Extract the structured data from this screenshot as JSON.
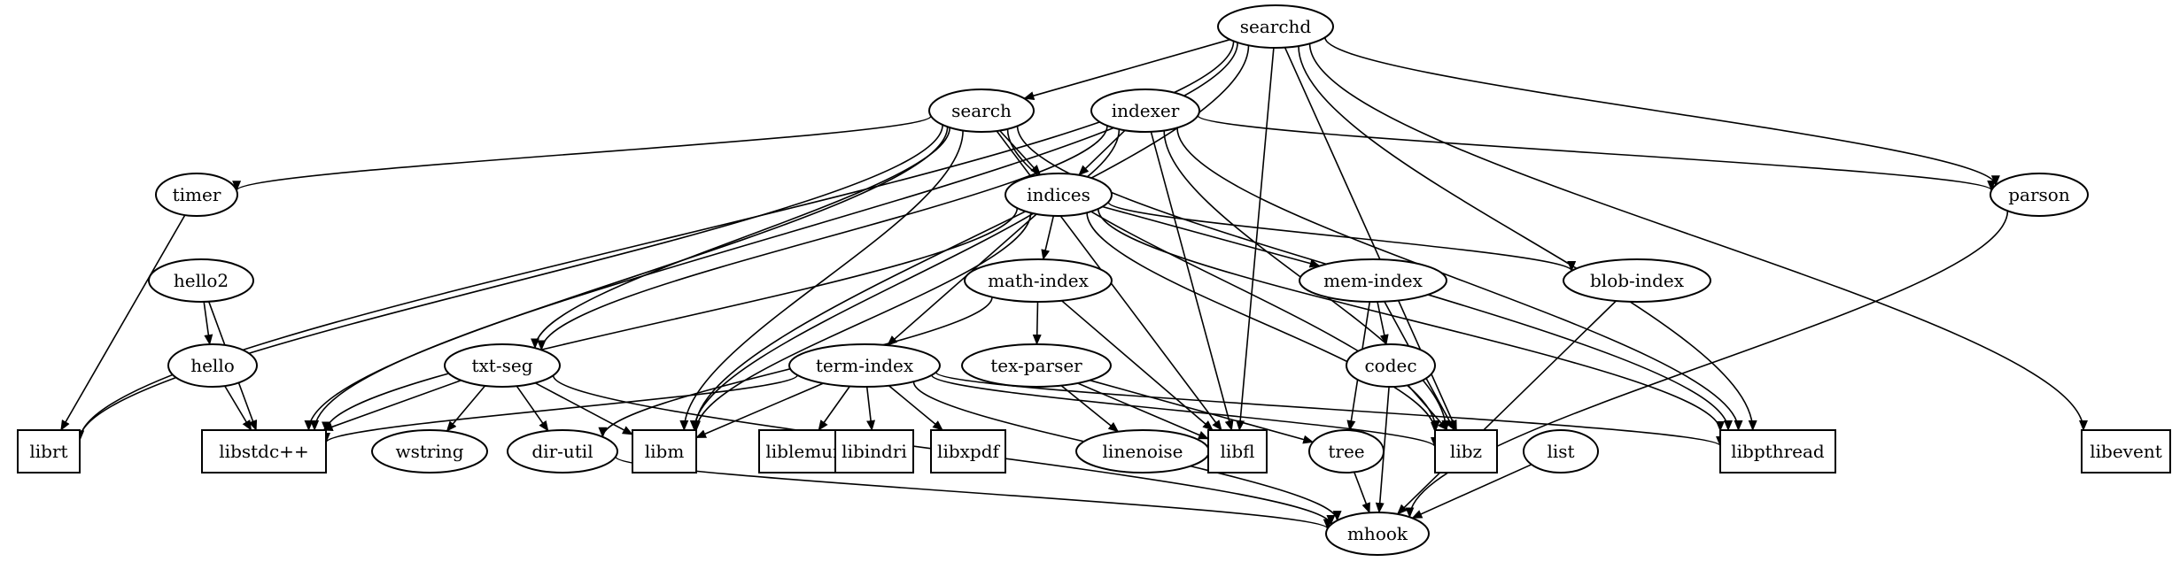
{
  "graph": {
    "nodes": {
      "searchd": {
        "label": "searchd",
        "shape": "ellipse"
      },
      "search": {
        "label": "search",
        "shape": "ellipse"
      },
      "indexer": {
        "label": "indexer",
        "shape": "ellipse"
      },
      "indices": {
        "label": "indices",
        "shape": "ellipse"
      },
      "timer": {
        "label": "timer",
        "shape": "ellipse"
      },
      "parson": {
        "label": "parson",
        "shape": "ellipse"
      },
      "hello2": {
        "label": "hello2",
        "shape": "ellipse"
      },
      "hello": {
        "label": "hello",
        "shape": "ellipse"
      },
      "math_index": {
        "label": "math-index",
        "shape": "ellipse"
      },
      "mem_index": {
        "label": "mem-index",
        "shape": "ellipse"
      },
      "blob_index": {
        "label": "blob-index",
        "shape": "ellipse"
      },
      "txt_seg": {
        "label": "txt-seg",
        "shape": "ellipse"
      },
      "term_index": {
        "label": "term-index",
        "shape": "ellipse"
      },
      "tex_parser": {
        "label": "tex-parser",
        "shape": "ellipse"
      },
      "codec": {
        "label": "codec",
        "shape": "ellipse"
      },
      "wstring": {
        "label": "wstring",
        "shape": "ellipse"
      },
      "dir_util": {
        "label": "dir-util",
        "shape": "ellipse"
      },
      "linenoise": {
        "label": "linenoise",
        "shape": "ellipse"
      },
      "tree": {
        "label": "tree",
        "shape": "ellipse"
      },
      "list": {
        "label": "list",
        "shape": "ellipse"
      },
      "mhook": {
        "label": "mhook",
        "shape": "ellipse"
      },
      "librt": {
        "label": "librt",
        "shape": "box"
      },
      "libstdcpp": {
        "label": "libstdc++",
        "shape": "box"
      },
      "libm": {
        "label": "libm",
        "shape": "box"
      },
      "liblemur": {
        "label": "liblemur",
        "shape": "box"
      },
      "libindri": {
        "label": "libindri",
        "shape": "box"
      },
      "libxpdf": {
        "label": "libxpdf",
        "shape": "box"
      },
      "libfl": {
        "label": "libfl",
        "shape": "box"
      },
      "libz": {
        "label": "libz",
        "shape": "box"
      },
      "libpthread": {
        "label": "libpthread",
        "shape": "box"
      },
      "libevent": {
        "label": "libevent",
        "shape": "box"
      }
    },
    "edges": [
      [
        "searchd",
        "librt"
      ],
      [
        "searchd",
        "libstdcpp"
      ],
      [
        "searchd",
        "libm"
      ],
      [
        "searchd",
        "search"
      ],
      [
        "searchd",
        "libfl"
      ],
      [
        "searchd",
        "libz"
      ],
      [
        "searchd",
        "libpthread"
      ],
      [
        "searchd",
        "parson"
      ],
      [
        "searchd",
        "libevent"
      ],
      [
        "search",
        "timer"
      ],
      [
        "search",
        "librt"
      ],
      [
        "search",
        "libstdcpp"
      ],
      [
        "search",
        "libm"
      ],
      [
        "search",
        "txt_seg"
      ],
      [
        "search",
        "indices"
      ],
      [
        "search",
        "libfl"
      ],
      [
        "search",
        "libz"
      ],
      [
        "search",
        "libpthread"
      ],
      [
        "indexer",
        "indices"
      ],
      [
        "indexer",
        "libm"
      ],
      [
        "indexer",
        "txt_seg"
      ],
      [
        "indexer",
        "libfl"
      ],
      [
        "indexer",
        "libz"
      ],
      [
        "indexer",
        "parson"
      ],
      [
        "indexer",
        "libpthread"
      ],
      [
        "indices",
        "libstdcpp"
      ],
      [
        "indices",
        "libm"
      ],
      [
        "indices",
        "math_index"
      ],
      [
        "indices",
        "term_index"
      ],
      [
        "indices",
        "mem_index"
      ],
      [
        "indices",
        "blob_index"
      ],
      [
        "indices",
        "libz"
      ],
      [
        "indices",
        "libpthread"
      ],
      [
        "timer",
        "librt"
      ],
      [
        "hello2",
        "hello"
      ],
      [
        "hello2",
        "libstdcpp"
      ],
      [
        "hello",
        "libstdcpp"
      ],
      [
        "math_index",
        "tex_parser"
      ],
      [
        "math_index",
        "dir_util"
      ],
      [
        "math_index",
        "libfl"
      ],
      [
        "mem_index",
        "codec"
      ],
      [
        "mem_index",
        "tree"
      ],
      [
        "mem_index",
        "libz"
      ],
      [
        "blob_index",
        "mhook"
      ],
      [
        "txt_seg",
        "libstdcpp"
      ],
      [
        "txt_seg",
        "wstring"
      ],
      [
        "txt_seg",
        "dir_util"
      ],
      [
        "txt_seg",
        "libm"
      ],
      [
        "txt_seg",
        "mhook"
      ],
      [
        "term_index",
        "libstdcpp"
      ],
      [
        "term_index",
        "libm"
      ],
      [
        "term_index",
        "liblemur"
      ],
      [
        "term_index",
        "libindri"
      ],
      [
        "term_index",
        "libxpdf"
      ],
      [
        "term_index",
        "libz"
      ],
      [
        "term_index",
        "libpthread"
      ],
      [
        "term_index",
        "mhook"
      ],
      [
        "tex_parser",
        "linenoise"
      ],
      [
        "tex_parser",
        "libfl"
      ],
      [
        "tex_parser",
        "tree"
      ],
      [
        "codec",
        "libz"
      ],
      [
        "codec",
        "mhook"
      ],
      [
        "dir_util",
        "mhook"
      ],
      [
        "tree",
        "mhook"
      ],
      [
        "list",
        "mhook"
      ],
      [
        "parson",
        "mhook"
      ]
    ]
  }
}
